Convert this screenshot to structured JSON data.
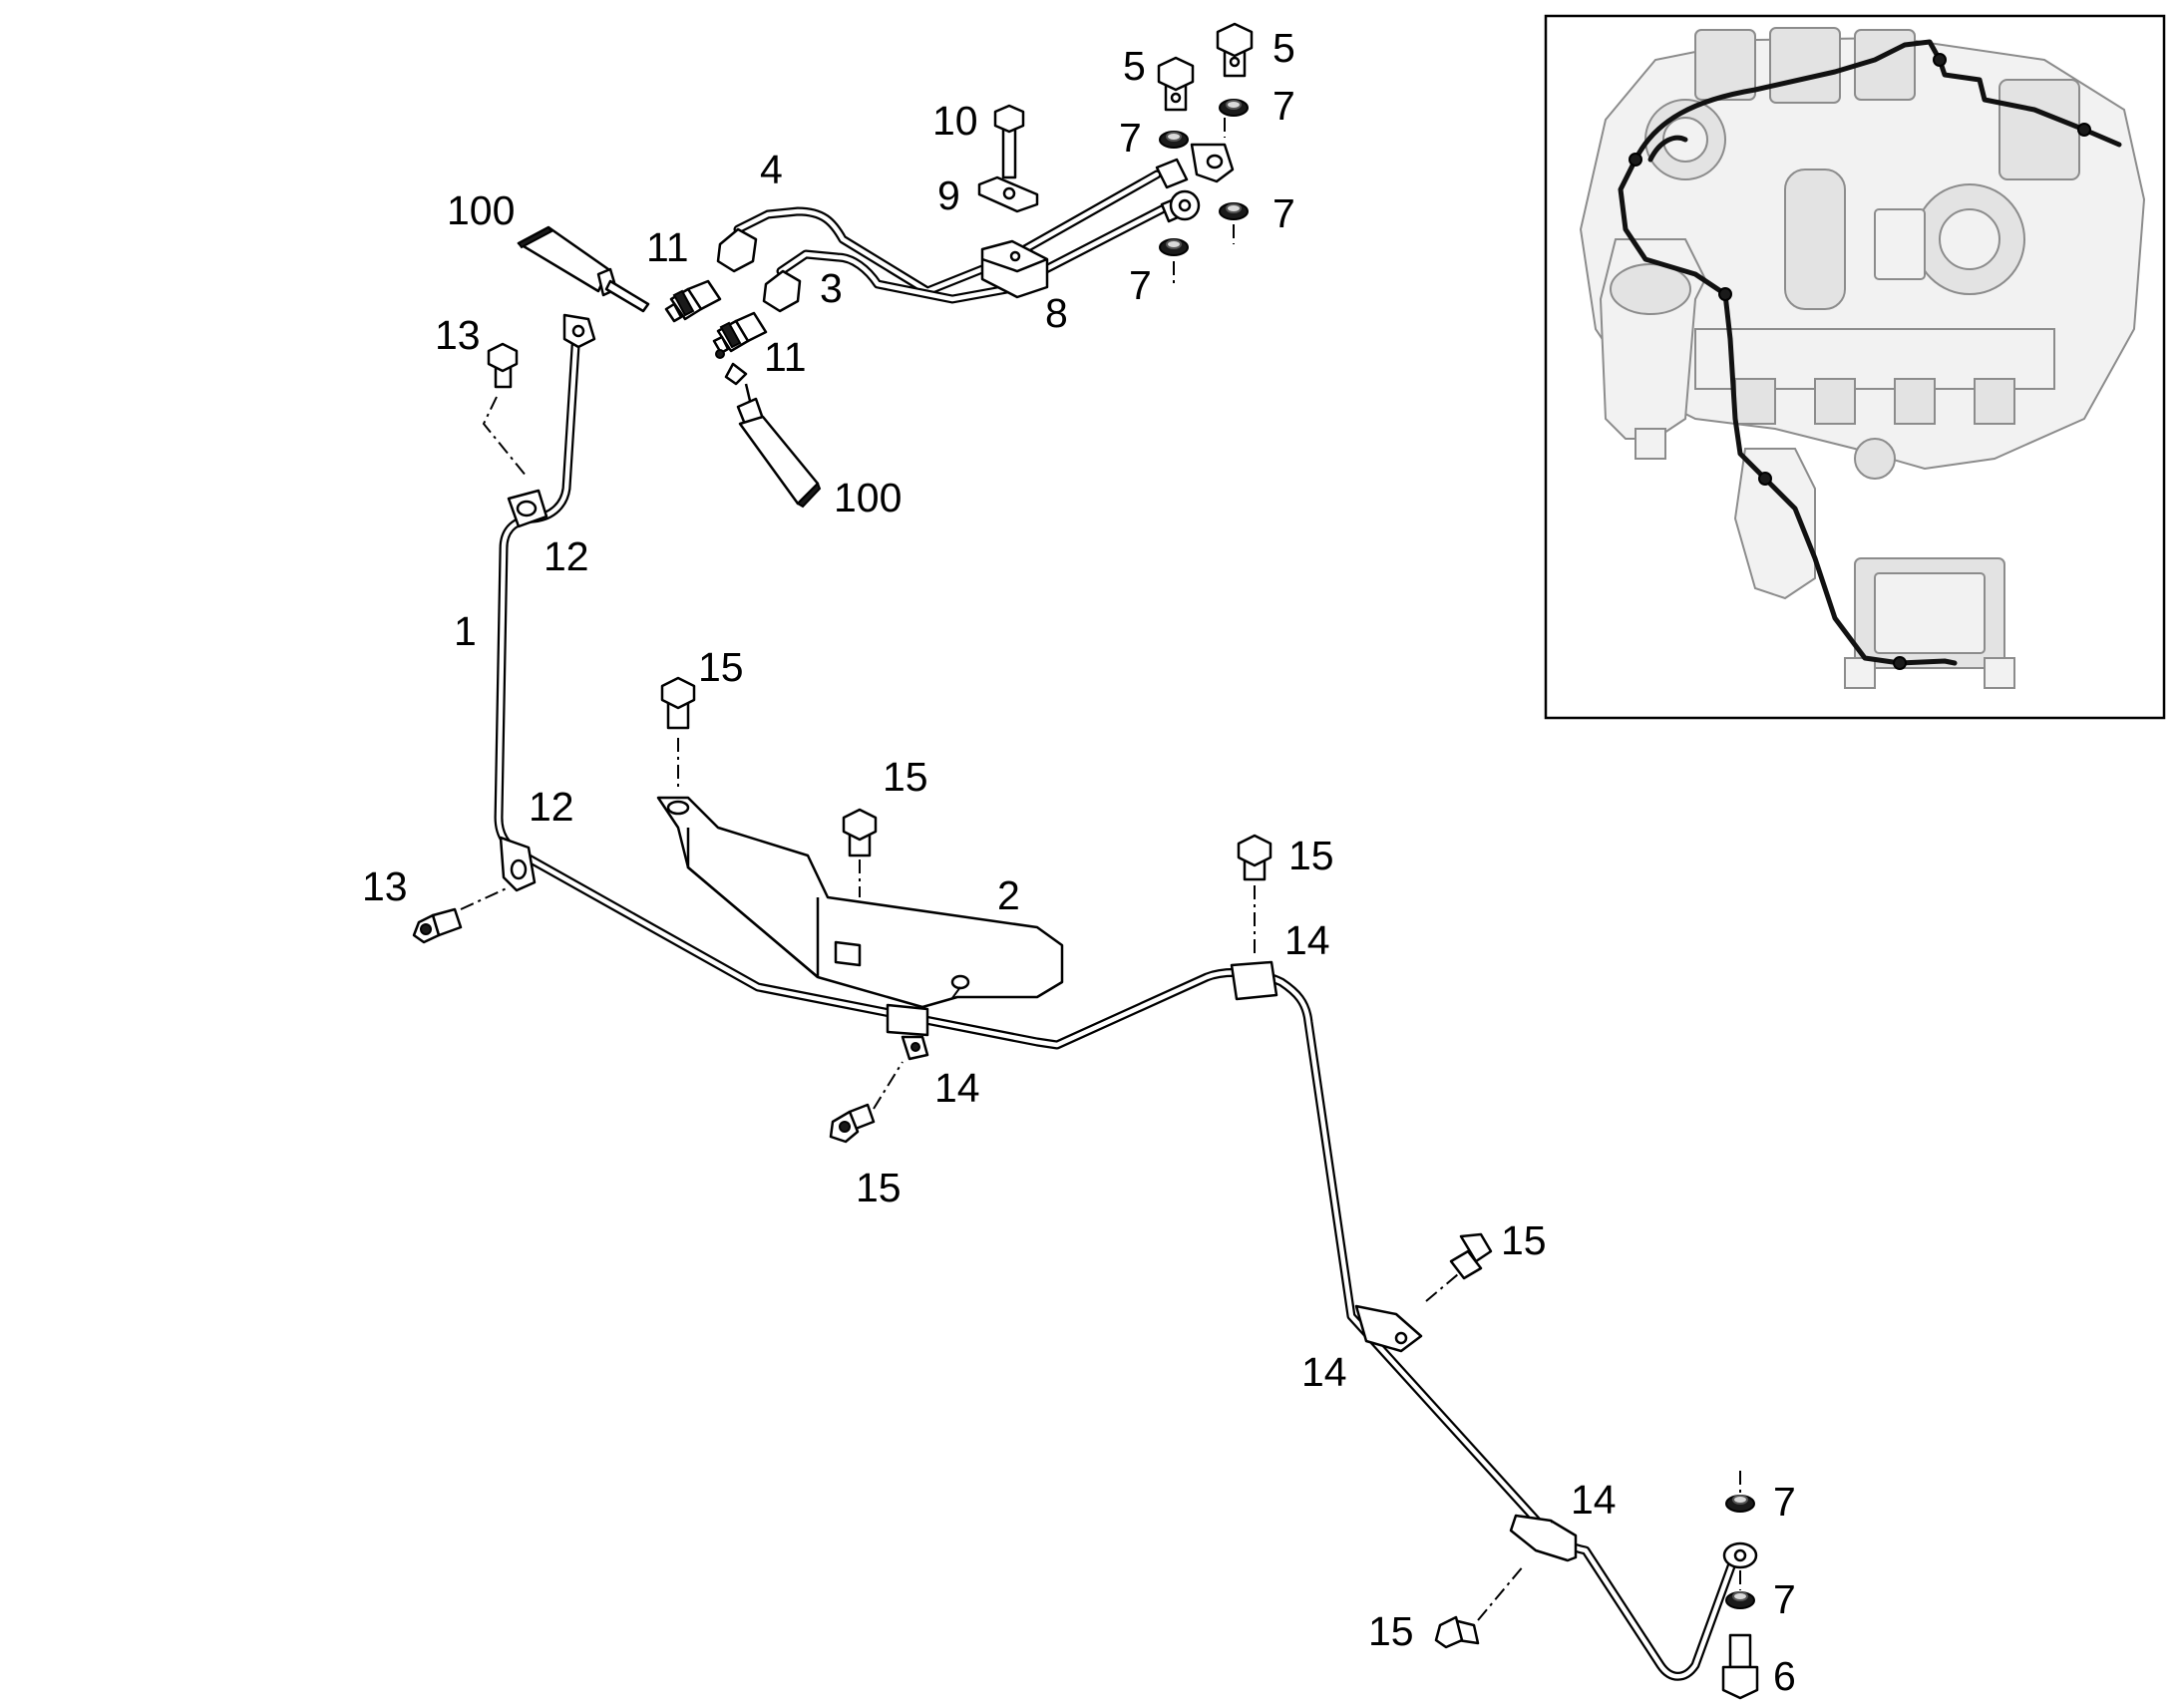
{
  "callouts": [
    {
      "id": "c100a",
      "text": "100"
    },
    {
      "id": "c100b",
      "text": "100"
    },
    {
      "id": "c1",
      "text": "1"
    },
    {
      "id": "c2",
      "text": "2"
    },
    {
      "id": "c3",
      "text": "3"
    },
    {
      "id": "c4",
      "text": "4"
    },
    {
      "id": "c5a",
      "text": "5"
    },
    {
      "id": "c5b",
      "text": "5"
    },
    {
      "id": "c6",
      "text": "6"
    },
    {
      "id": "c7a",
      "text": "7"
    },
    {
      "id": "c7b",
      "text": "7"
    },
    {
      "id": "c7c",
      "text": "7"
    },
    {
      "id": "c7d",
      "text": "7"
    },
    {
      "id": "c7e",
      "text": "7"
    },
    {
      "id": "c7f",
      "text": "7"
    },
    {
      "id": "c8",
      "text": "8"
    },
    {
      "id": "c9",
      "text": "9"
    },
    {
      "id": "c10",
      "text": "10"
    },
    {
      "id": "c11a",
      "text": "11"
    },
    {
      "id": "c11b",
      "text": "11"
    },
    {
      "id": "c12a",
      "text": "12"
    },
    {
      "id": "c12b",
      "text": "12"
    },
    {
      "id": "c13a",
      "text": "13"
    },
    {
      "id": "c13b",
      "text": "13"
    },
    {
      "id": "c14a",
      "text": "14"
    },
    {
      "id": "c14b",
      "text": "14"
    },
    {
      "id": "c14c",
      "text": "14"
    },
    {
      "id": "c14d",
      "text": "14"
    },
    {
      "id": "c15a",
      "text": "15"
    },
    {
      "id": "c15b",
      "text": "15"
    },
    {
      "id": "c15c",
      "text": "15"
    },
    {
      "id": "c15d",
      "text": "15"
    },
    {
      "id": "c15e",
      "text": "15"
    },
    {
      "id": "c15f",
      "text": "15"
    }
  ]
}
